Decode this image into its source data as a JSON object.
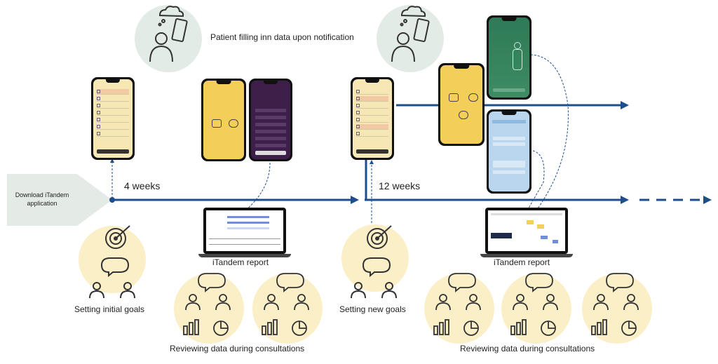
{
  "header": {
    "patient_caption": "Patient filling inn data upon notification"
  },
  "start": {
    "download_label": "Download iTandem application"
  },
  "timeline": {
    "first_period": "4 weeks",
    "second_period": "12 weeks"
  },
  "reports": {
    "first": "iTandem report",
    "second": "iTandem report"
  },
  "activities": {
    "initial_goals": "Setting initial goals",
    "new_goals": "Setting new goals",
    "reviewing_first": "Reviewing data during consultations",
    "reviewing_second": "Reviewing data during consultations"
  },
  "colors": {
    "arrow_blue": "#1f4e8c",
    "circle_yellow": "#fbefc8",
    "circle_grey": "#e3ebe6",
    "phone_yellow": "#f3cf5a",
    "phone_purple": "#3d1f4a",
    "phone_green": "#2e7a57",
    "phone_blue": "#b9d6ee",
    "chevron_grey": "#e4ebe7"
  }
}
